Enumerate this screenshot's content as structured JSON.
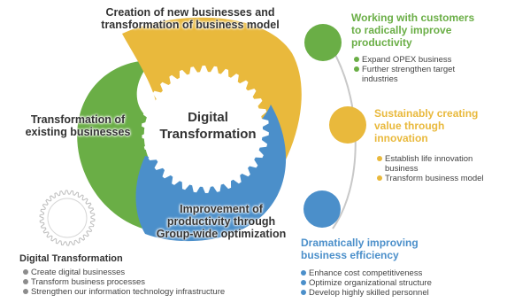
{
  "colors": {
    "green": "#6aae46",
    "yellow": "#e9b93c",
    "blue": "#4b8fca",
    "gray": "#8c8c8c"
  },
  "center": {
    "line1": "Digital",
    "line2": "Transformation"
  },
  "segments": {
    "top": {
      "line1": "Creation of new businesses and",
      "line2": "transformation of business model"
    },
    "left": {
      "line1": "Transformation of",
      "line2": "existing businesses"
    },
    "bottom": {
      "line1": "Improvement of",
      "line2": "productivity through",
      "line3": "Group-wide optimization"
    }
  },
  "goals": {
    "customers": {
      "title_lines": [
        "Working with customers",
        "to radically improve",
        "productivity"
      ],
      "bullets": [
        "Expand OPEX business",
        "Further strengthen target",
        "industries"
      ]
    },
    "sustainable": {
      "title_lines": [
        "Sustainably creating",
        "value through",
        "innovation"
      ],
      "bullets": [
        "Establish life innovation",
        "business",
        "Transform business model"
      ]
    },
    "efficiency": {
      "title_lines": [
        "Dramatically improving",
        "business efficiency"
      ],
      "bullets": [
        "Enhance cost competitiveness",
        "Optimize organizational structure",
        "Develop highly skilled personnel"
      ]
    }
  },
  "legend": {
    "title": "Digital Transformation",
    "bullets": [
      "Create digital businesses",
      "Transform business processes",
      "Strengthen our information technology infrastructure"
    ]
  }
}
